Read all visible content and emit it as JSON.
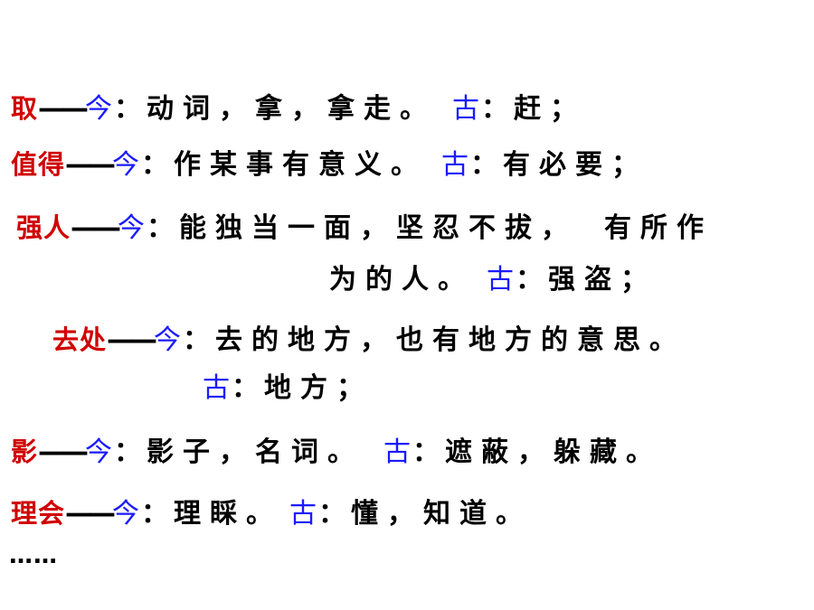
{
  "labels": {
    "jin": "今",
    "gu": "古",
    "dash": "——",
    "colon": "："
  },
  "entries": [
    {
      "term": "取",
      "modern": "动词，拿，拿走。",
      "ancient": "赶；"
    },
    {
      "term": "值得",
      "modern": "作某事有意义。",
      "ancient": "有必要；"
    },
    {
      "term": "强人",
      "modern": "能独当一面，坚忍不拔，",
      "modern_cont": "有所作",
      "modern_line2": "为的人。",
      "ancient": "强盗；"
    },
    {
      "term": "去处",
      "modern": "去的地方，也有地方的意思。",
      "ancient": "地方；"
    },
    {
      "term": "影",
      "modern": "影子，名词。",
      "ancient": "遮蔽，躲藏。"
    },
    {
      "term": "理会",
      "modern": "理睬。",
      "ancient": "懂，知道。"
    }
  ],
  "ellipsis": "……"
}
